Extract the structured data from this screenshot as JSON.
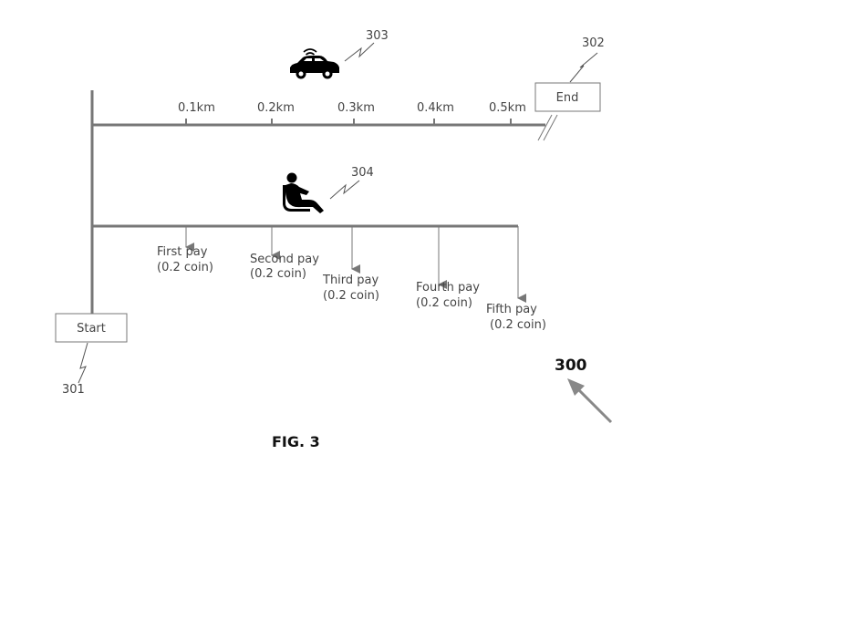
{
  "distance_marks": [
    "0.1km",
    "0.2km",
    "0.3km",
    "0.4km",
    "0.5km"
  ],
  "boxes": {
    "start": "Start",
    "end": "End"
  },
  "refs": {
    "start": "301",
    "end": "302",
    "car": "303",
    "passenger": "304"
  },
  "payments": [
    {
      "name": "First pay",
      "amount": "(0.2 coin)"
    },
    {
      "name": "Second pay",
      "amount": "(0.2 coin)"
    },
    {
      "name": "Third pay",
      "amount": "(0.2 coin)"
    },
    {
      "name": "Fourth pay",
      "amount": "(0.2 coin)"
    },
    {
      "name": "Fifth pay",
      "amount": "(0.2 coin)"
    }
  ],
  "figure_number": "300",
  "caption": "FIG. 3",
  "icons": {
    "car": "connected-car-icon",
    "passenger": "seated-passenger-icon"
  },
  "colors": {
    "line": "#777777",
    "text": "#444444",
    "caption": "#111111"
  }
}
